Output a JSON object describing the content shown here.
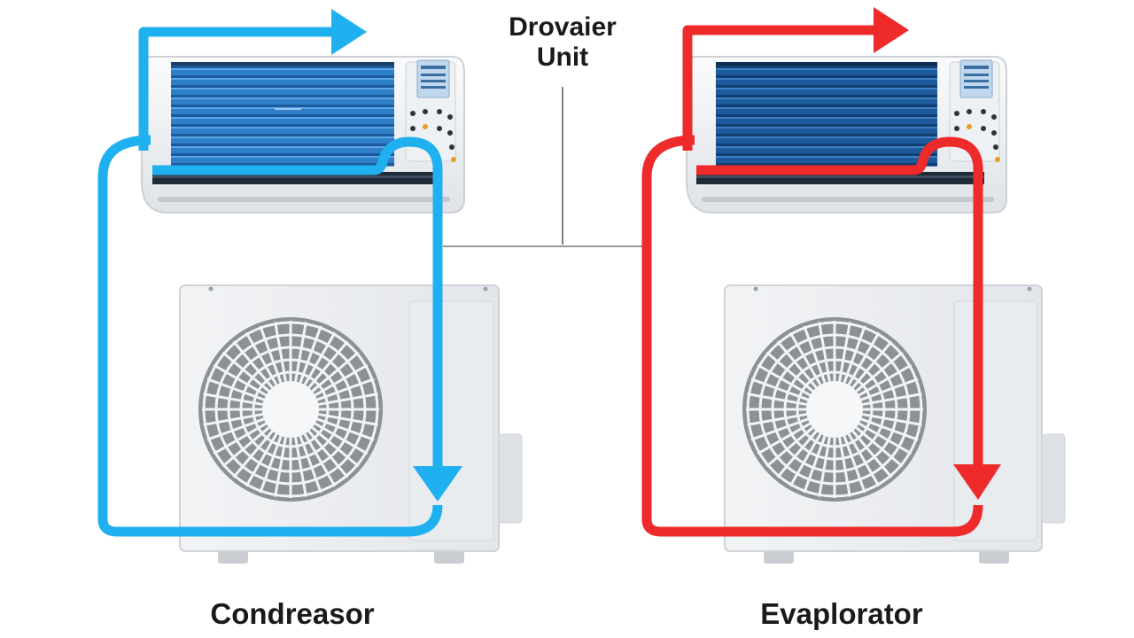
{
  "labels": {
    "top_line1": "Drovaier",
    "top_line2": "Unit",
    "left_caption": "Condreasor",
    "right_caption": "Evaplorator"
  },
  "colors": {
    "cool_flow": "#1fb0f0",
    "hot_flow": "#ee2a2a",
    "coil_blue": "#2f7fc8",
    "coil_dark_blue": "#1d5a9c",
    "unit_body": "#f3f4f6",
    "outline": "#cfd3d8"
  },
  "icons": [
    "arrow-right-icon",
    "arrow-down-icon",
    "fan-grille-icon"
  ]
}
